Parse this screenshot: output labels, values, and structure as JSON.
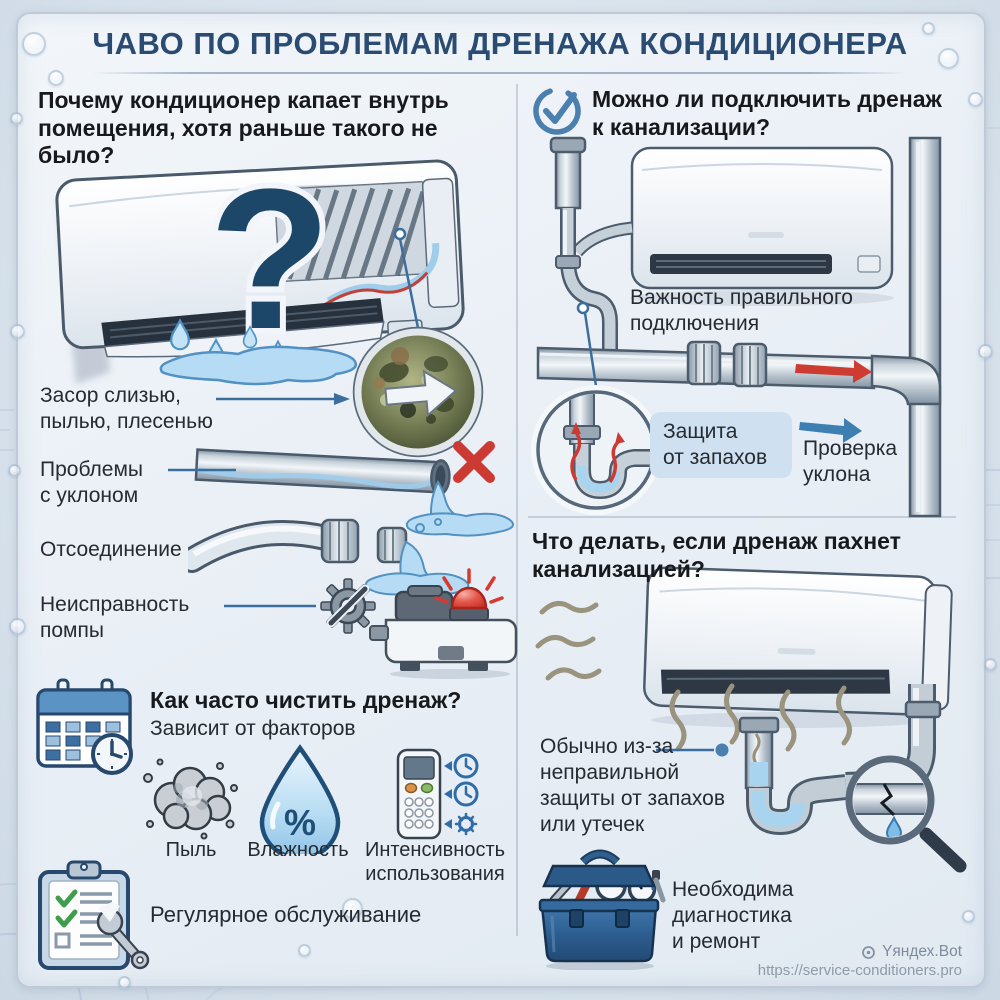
{
  "title": "ЧАВО ПО ПРОБЛЕМАМ ДРЕНАЖА КОНДИЦИОНЕРА",
  "left_column": {
    "question_leak": "Почему кондиционер капает внутрь\nпомещения, хотя раньше такого не было?",
    "question_mark": "?",
    "causes": {
      "clog": "Засор слизью,\nпылью, плесенью",
      "slope": "Проблемы\nс уклоном",
      "disconnect": "Отсоединение",
      "pump": "Неисправность\nпомпы"
    },
    "cleaning": {
      "question": "Как часто чистить дренаж?",
      "answer": "Зависит от факторов",
      "factor_dust": "Пыль",
      "factor_humidity": "Влажность",
      "factor_usage": "Интенсивность\nиспользования",
      "humidity_percent": "%"
    },
    "maintenance": "Регулярное обслуживание"
  },
  "right_column": {
    "question_sewer": "Можно ли подключить дренаж\nк канализации?",
    "connection_note": "Важность правильного\nподключения",
    "trap_badge": "Защита\nот запахов",
    "slope_note": "Проверка\nуклона",
    "question_smell": "Что делать, если дренаж пахнет\nканализацией?",
    "smell_cause_note": "Обычно из-за\nнеправильной\nзащиты от запахов\nили утечек",
    "repair_note": "Необходима\nдиагностика\nи ремонт"
  },
  "footer": {
    "brand": "Yяндех.Bot",
    "url": "https://service-conditioners.pro"
  },
  "colors": {
    "title": "#2b4c72",
    "text": "#23282e",
    "accent_blue": "#3b6d9d",
    "alert_red": "#cc3b33",
    "badge_bg": "#cfe1f1",
    "water_blue": "#aed6f0",
    "panel_bg": "#eef2f7"
  }
}
